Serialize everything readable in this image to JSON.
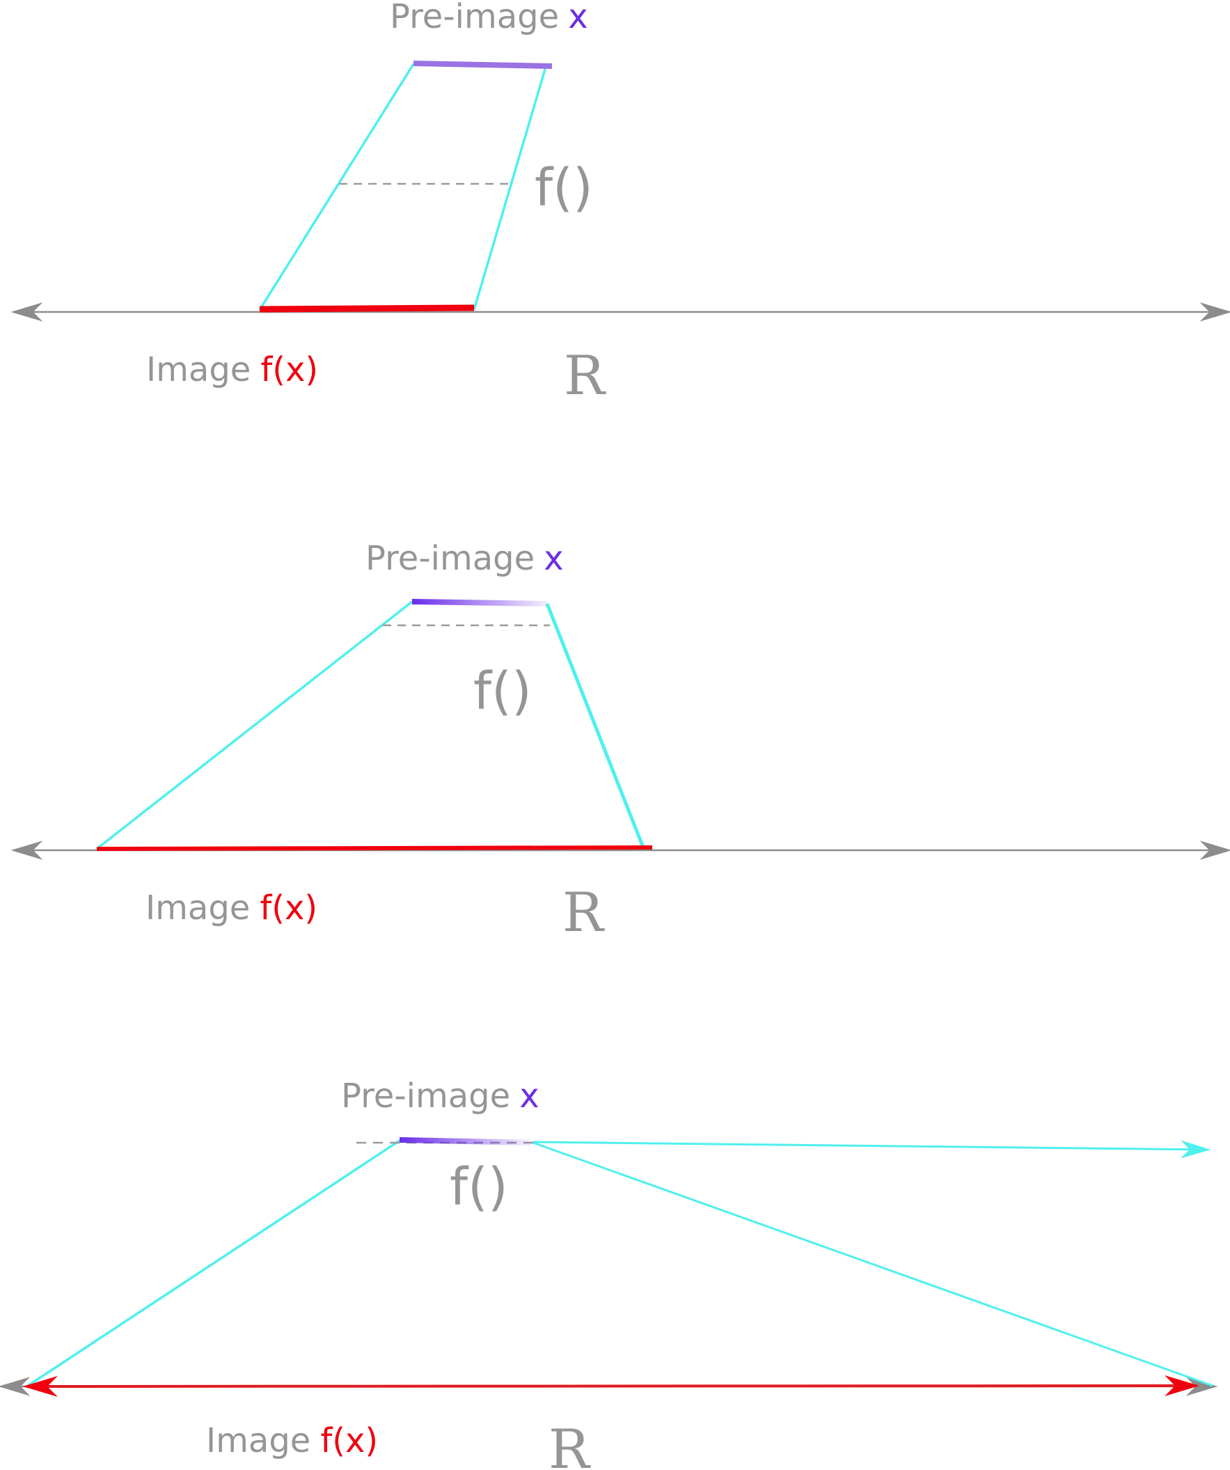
{
  "colors": {
    "axis": "#8c8c8c",
    "mapping": "#4ff0ee",
    "image": "#f0000e",
    "preimage": "#6a2de8",
    "text": "#959595",
    "dashed": "#9a9a9a"
  },
  "panels": [
    {
      "preimage_text": "Pre-image",
      "preimage_var": "x",
      "function_label": "f()",
      "image_text": "Image",
      "image_var": "f(x)",
      "codomain_label": "R"
    },
    {
      "preimage_text": "Pre-image",
      "preimage_var": "x",
      "function_label": "f()",
      "image_text": "Image",
      "image_var": "f(x)",
      "codomain_label": "R"
    },
    {
      "preimage_text": "Pre-image",
      "preimage_var": "x",
      "function_label": "f()",
      "image_text": "Image",
      "image_var": "f(x)",
      "codomain_label": "R"
    }
  ]
}
